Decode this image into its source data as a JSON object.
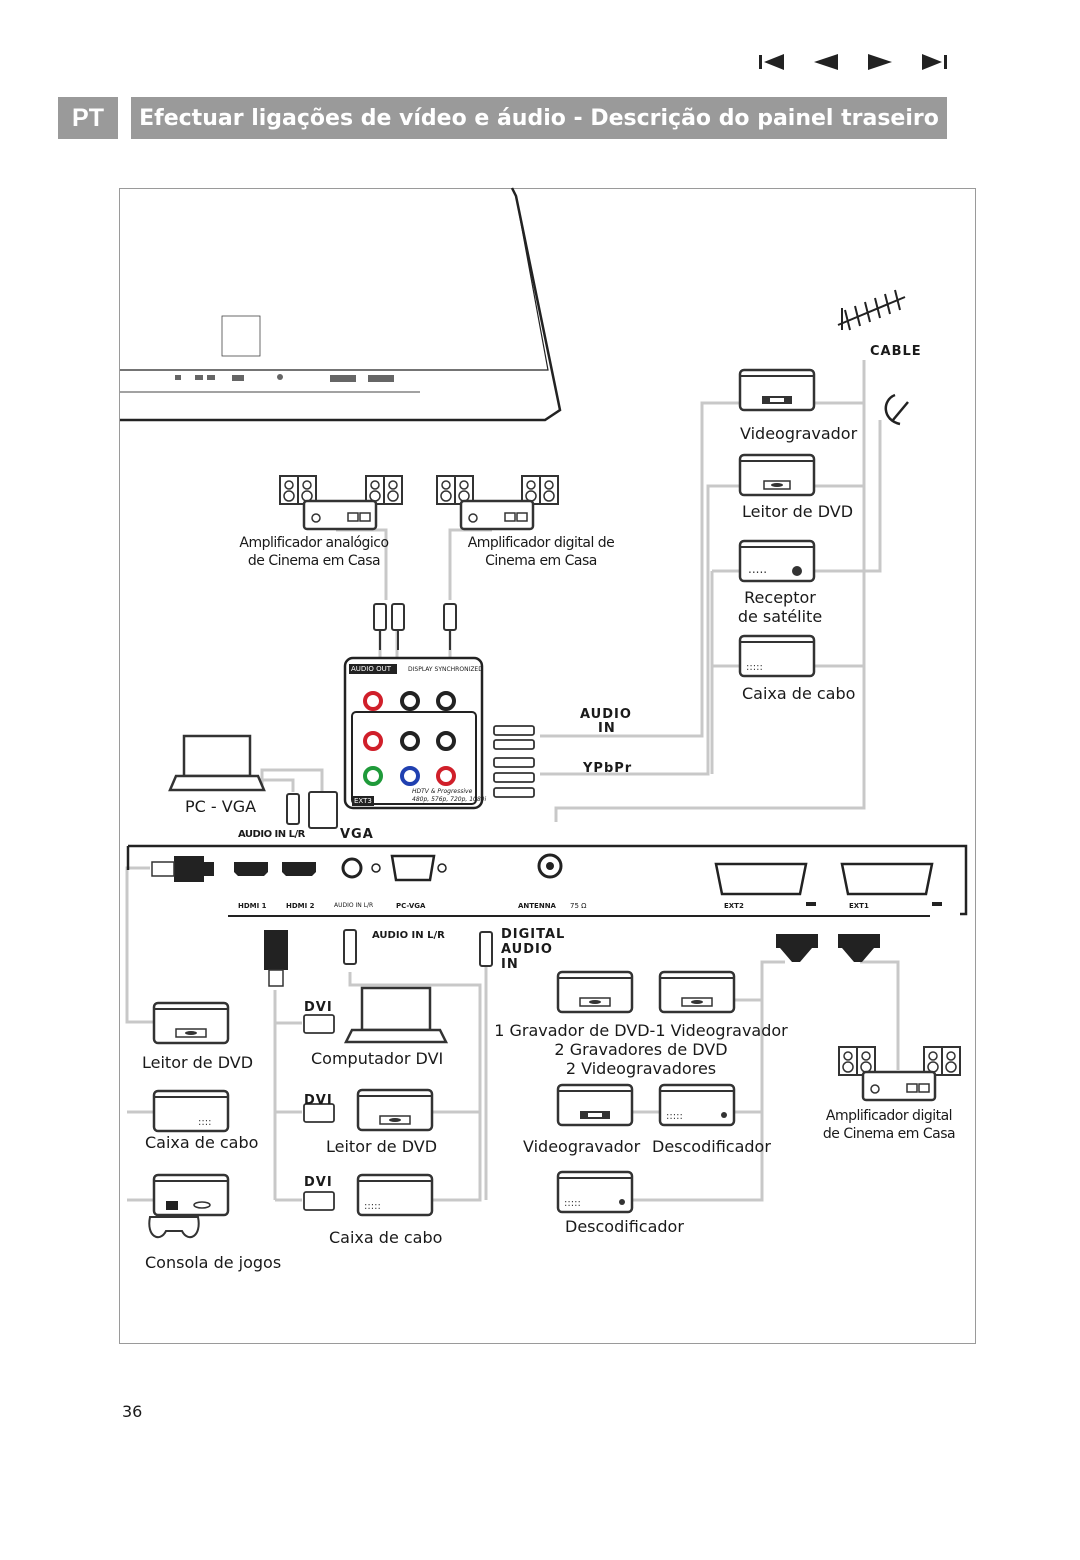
{
  "header": {
    "lang_badge": "PT",
    "title": "Efectuar ligações de vídeo e áudio - Descrição do painel traseiro"
  },
  "nav_icons": [
    "first-page-icon",
    "previous-page-icon",
    "next-page-icon",
    "last-page-icon"
  ],
  "devices_top_right": {
    "cable": "CABLE",
    "vcr": "Videogravador",
    "dvd": "Leitor de DVD",
    "satellite_1": "Receptor",
    "satellite_2": "de satélite",
    "cable_box": "Caixa de cabo"
  },
  "amplifiers": {
    "analog_1": "Amplificador analógico",
    "analog_2": "de Cinema em Casa",
    "digital_1": "Amplificador digital de",
    "digital_2": "Cinema em Casa"
  },
  "panel": {
    "audio_out": "AUDIO OUT",
    "display_sync": "DISPLAY SYNCHRONIZED",
    "audio_in": "AUDIO",
    "in": "IN",
    "ypbpr": "YPbPr",
    "ext3": "EXT3",
    "hdtv": "HDTV & Progressive",
    "hdtv_modes": "480p, 576p, 720p, 1080i",
    "vga": "VGA",
    "audio_in_lr": "AUDIO IN L/R",
    "hdmi1": "HDMI 1",
    "hdmi2": "HDMI 2",
    "audio_lr_small": "AUDIO IN L/R",
    "pcvga": "PC-VGA",
    "antenna": "ANTENNA",
    "ohm": "75 Ω",
    "ext2": "EXT2",
    "ext1": "EXT1",
    "digital": "DIGITAL",
    "audio": "AUDIO",
    "digital_in": "IN"
  },
  "left_devices": {
    "pc_vga": "PC - VGA",
    "dvd": "Leitor de DVD",
    "cable_box": "Caixa de cabo",
    "console": "Consola de jogos",
    "audio_in_lr": "AUDIO IN L/R"
  },
  "middle_devices": {
    "dvi": "DVI",
    "dvi_computer": "Computador DVI",
    "dvd": "Leitor de DVD",
    "cable_box": "Caixa de cabo"
  },
  "right_devices": {
    "line1": "1 Gravador de DVD-1 Videogravador",
    "line2": "2 Gravadores de DVD",
    "line3": "2 Videogravadores",
    "vcr": "Videogravador",
    "decoder": "Descodificador",
    "decoder2": "Descodificador",
    "amp_1": "Amplificador digital",
    "amp_2": "de Cinema em Casa"
  },
  "page_number": "36",
  "colors": {
    "header_bg": "#9a9a9a",
    "line": "#c8c8c8",
    "device": "#333333",
    "red": "#d01f2a",
    "green": "#1f9a3a",
    "blue": "#2040b0"
  }
}
